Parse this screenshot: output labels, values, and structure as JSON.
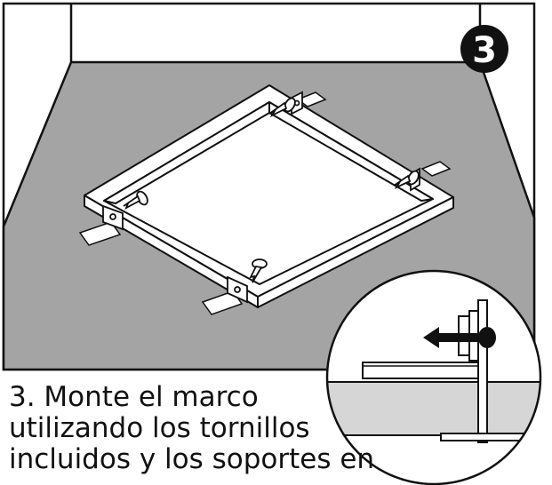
{
  "step": {
    "number": "3"
  },
  "caption": {
    "lines": [
      "3. Monte el marco",
      "utilizando los tornillos",
      "incluidos y los soportes en"
    ]
  },
  "colors": {
    "floor": "#a4a4a4",
    "line": "#111111",
    "badge": "#111111",
    "background": "#ffffff"
  }
}
